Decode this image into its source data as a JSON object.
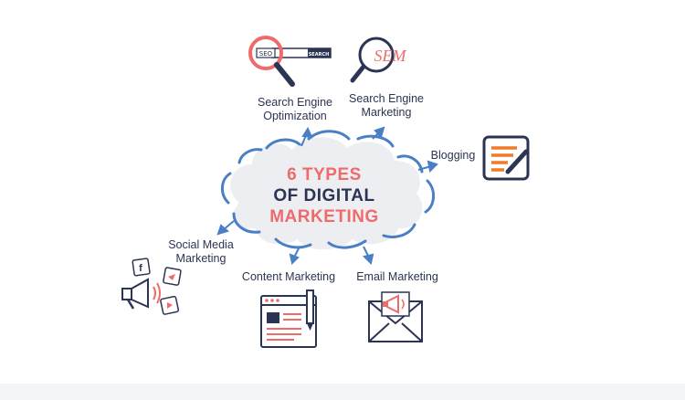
{
  "diagram": {
    "title": {
      "line1": "6 TYPES",
      "line2": "OF DIGITAL",
      "line3": "MARKETING"
    },
    "nodes": [
      {
        "id": "seo",
        "label": "Search Engine Optimization",
        "icon": "magnifier-search-bar-icon"
      },
      {
        "id": "sem",
        "label": "Search Engine Marketing",
        "icon": "sem-magnifier-icon"
      },
      {
        "id": "blogging",
        "label": "Blogging",
        "icon": "blog-document-pencil-icon"
      },
      {
        "id": "email",
        "label": "Email Marketing",
        "icon": "envelope-megaphone-icon"
      },
      {
        "id": "content",
        "label": "Content Marketing",
        "icon": "webpage-pencil-icon"
      },
      {
        "id": "social",
        "label": "Social Media Marketing",
        "icon": "megaphone-social-icons"
      }
    ],
    "icon_text": {
      "seo_box": "SEO",
      "seo_button": "SEARCH",
      "sem": "SEM",
      "facebook": "f"
    },
    "colors": {
      "navy": "#2b3452",
      "blue": "#4a7fc6",
      "coral": "#ef6b6b",
      "orange": "#f07b2b",
      "cloud": "#eceef2"
    }
  }
}
